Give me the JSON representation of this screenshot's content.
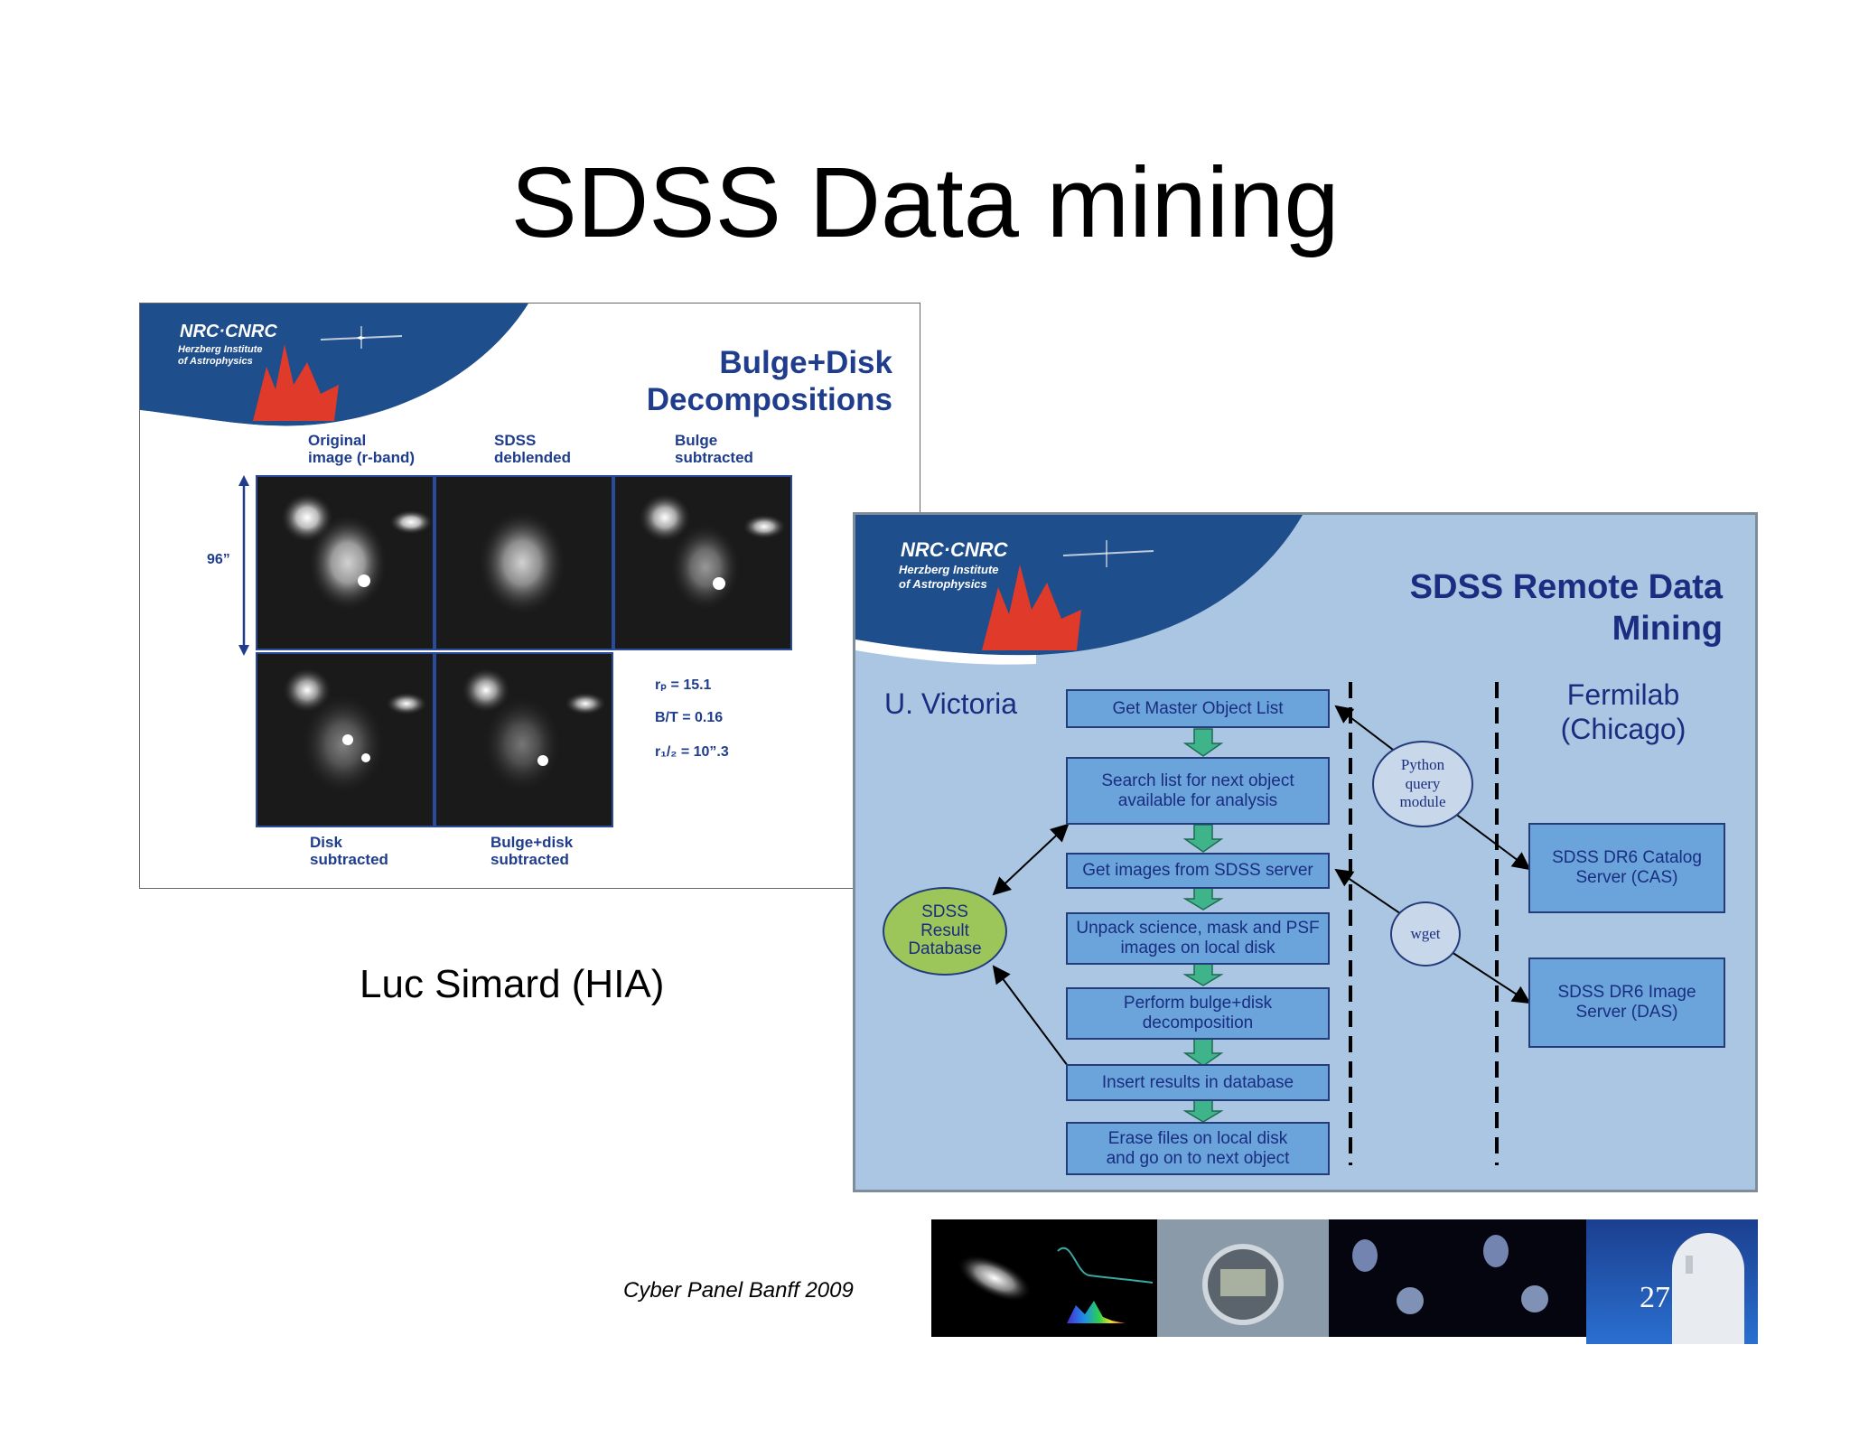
{
  "title": "SDSS Data mining",
  "left_slide": {
    "logo": "NRC·CNRC",
    "institute": "Herzberg Institute\nof Astrophysics",
    "title_line1": "Bulge+Disk",
    "title_line2": "Decompositions",
    "labels": {
      "original": "Original\nimage (r-band)",
      "deblended": "SDSS\ndeblended",
      "bulge": "Bulge\nsubtracted",
      "disk": "Disk\nsubtracted",
      "bulgedisk": "Bulge+disk\nsubtracted"
    },
    "dimension": "96”",
    "params": {
      "rp": "rₚ = 15.1",
      "bt": "B/T = 0.16",
      "rhalf": "r₁/₂ = 10”.3"
    }
  },
  "right_slide": {
    "logo": "NRC·CNRC",
    "institute": "Herzberg Institute\nof Astrophysics",
    "title_line1": "SDSS Remote Data",
    "title_line2": "Mining",
    "left_site": "U. Victoria",
    "right_site": "Fermilab\n(Chicago)",
    "steps": [
      "Get Master Object List",
      "Search list for next object\navailable for analysis",
      "Get images from SDSS server",
      "Unpack science, mask and PSF\nimages on local disk",
      "Perform bulge+disk\ndecomposition",
      "Insert results in database",
      "Erase files on local disk\nand go on to next object"
    ],
    "database": "SDSS\nResult\nDatabase",
    "python": "Python\nquery\nmodule",
    "wget": "wget",
    "cas": "SDSS DR6 Catalog\nServer (CAS)",
    "das": "SDSS DR6 Image\nServer (DAS)"
  },
  "presenter": "Luc Simard (HIA)",
  "footer": "Cyber Panel Banff 2009",
  "page_number": "27"
}
